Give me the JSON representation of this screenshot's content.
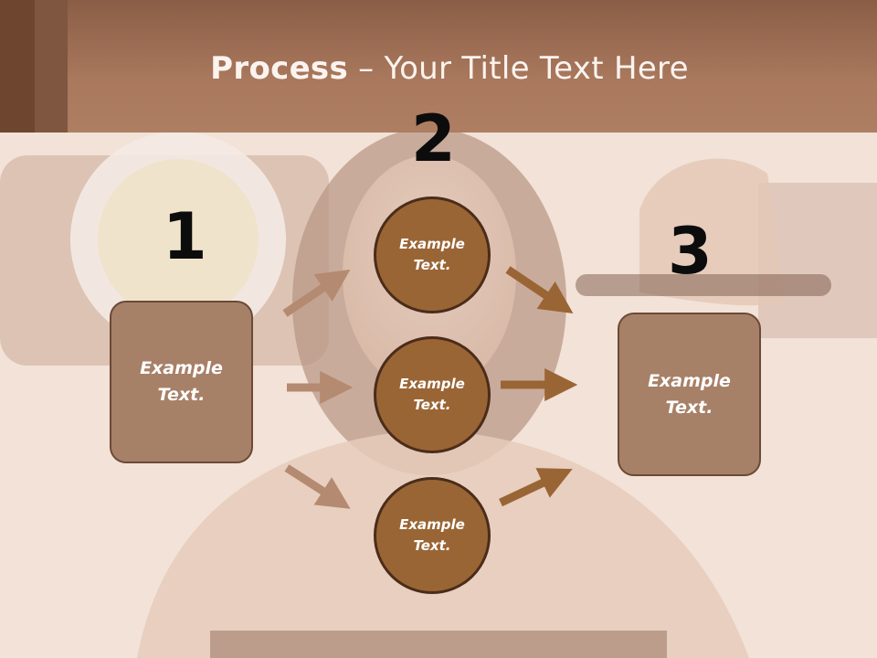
{
  "title": {
    "bold": "Process",
    "rest": " – Your Title Text Here"
  },
  "steps": {
    "one": "1",
    "two": "2",
    "three": "3"
  },
  "left_box": {
    "line1": "Example",
    "line2": "Text."
  },
  "right_box": {
    "line1": "Example",
    "line2": "Text."
  },
  "circles": [
    {
      "line1": "Example",
      "line2": "Text."
    },
    {
      "line1": "Example",
      "line2": "Text."
    },
    {
      "line1": "Example",
      "line2": "Text."
    }
  ],
  "colors": {
    "header": "#a9785d",
    "box": "#a78068",
    "circle": "#9a6535",
    "arrow_light": "#b48a70",
    "arrow_dark": "#9a6535"
  }
}
